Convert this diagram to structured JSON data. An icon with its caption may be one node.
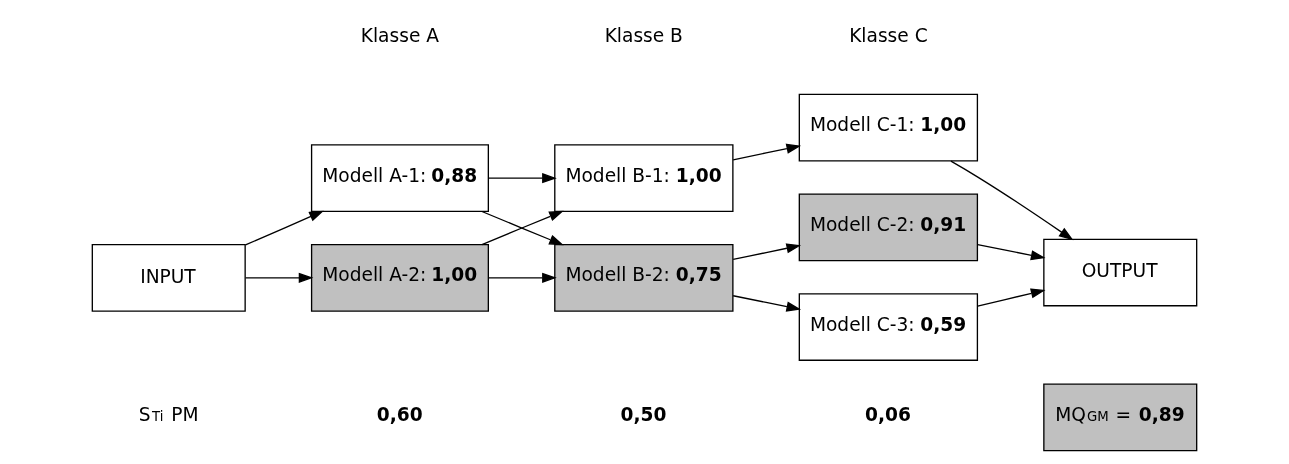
{
  "diagram": {
    "nodes": [
      {
        "text": [
          "INPUT"
        ]
      },
      {
        "text": [
          "Modell A-1: **0,88**"
        ]
      },
      {
        "text": [
          "Modell A-2: **1,00**"
        ]
      },
      {
        "text": [
          "Modell B-1: **1,00**"
        ]
      },
      {
        "text": [
          "Modell B-2: **0,75**"
        ]
      },
      {
        "text": [
          "Modell C-1: **1,00**"
        ]
      },
      {
        "text": [
          "Modell C-2: **0,91**"
        ]
      },
      {
        "text": [
          "Modell C-3: **0,59**"
        ]
      },
      {
        "text": [
          "OUTPUT"
        ]
      },
      {
        "text": [
          "MQ$_{GM}$ = **0,89**"
        ]
      }
    ],
    "edges": [
      {
        "from": 0,
        "to": 1,
        "arrow": "to"
      },
      {
        "from": 0,
        "to": 2,
        "arrow": "to"
      },
      {
        "from": 1,
        "to": 3,
        "arrow": "to"
      },
      {
        "from": 1,
        "to": 4,
        "arrow": "to"
      },
      {
        "from": 2,
        "to": 3,
        "arrow": "to"
      },
      {
        "from": 2,
        "to": 4,
        "arrow": "to"
      },
      {
        "from": 3,
        "to": 5,
        "arrow": "to"
      },
      {
        "from": 4,
        "to": 6,
        "arrow": "to"
      },
      {
        "from": 4,
        "to": 7,
        "arrow": "to"
      },
      {
        "from": 5,
        "to": 8,
        "arrow": "to"
      },
      {
        "from": 6,
        "to": 8,
        "arrow": "to"
      },
      {
        "from": 7,
        "to": 8,
        "arrow": "to"
      }
    ],
    "labels": [
      "Klasse A",
      "Klasse B",
      "Klasse C",
      "S$_{Ti}$ PM",
      "**0,60**",
      "**0,50**",
      "**0,06**"
    ]
  }
}
